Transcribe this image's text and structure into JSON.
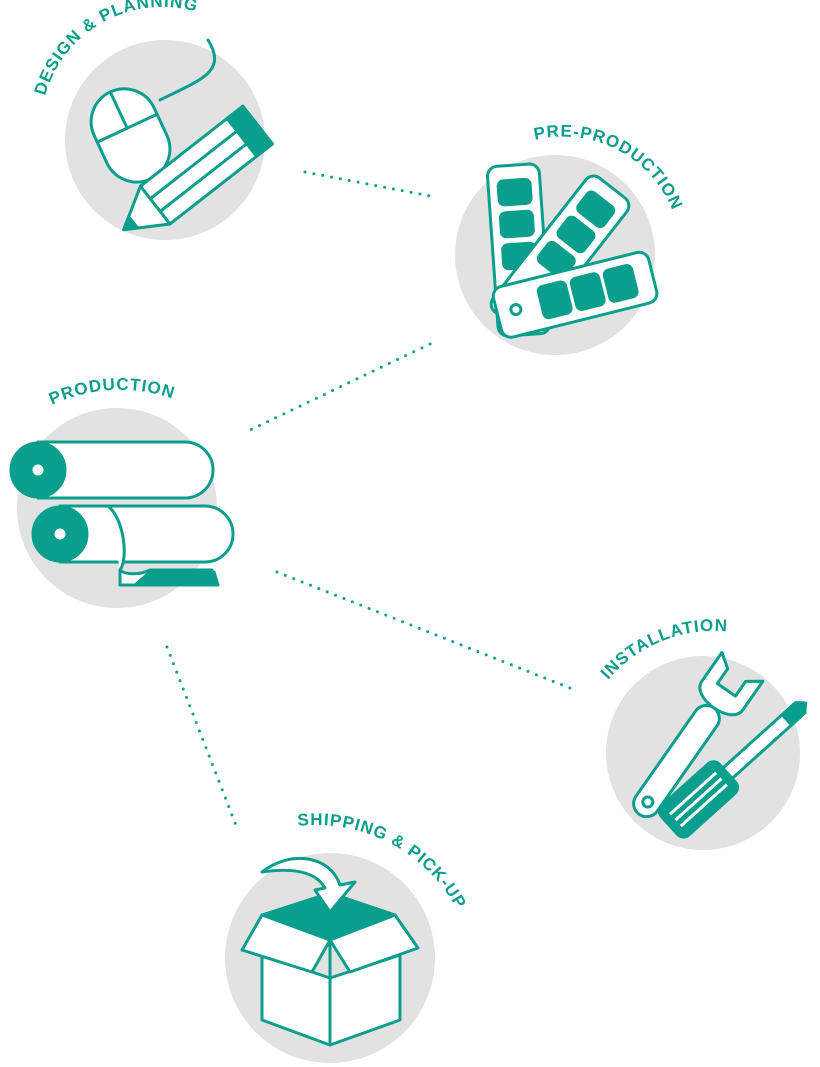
{
  "colors": {
    "teal": "#0a9e8c",
    "circle": "#e2e2e2",
    "white": "#ffffff"
  },
  "steps": {
    "design": {
      "label": "DESIGN & PLANNING",
      "icon": "mouse-and-pencil-icon"
    },
    "preproduction": {
      "label": "PRE-PRODUCTION",
      "icon": "color-swatch-fan-icon"
    },
    "production": {
      "label": "PRODUCTION",
      "icon": "material-rolls-icon"
    },
    "installation": {
      "label": "INSTALLATION",
      "icon": "wrench-and-screwdriver-icon"
    },
    "shipping": {
      "label": "SHIPPING & PICK-UP",
      "icon": "open-box-with-arrow-icon"
    }
  }
}
